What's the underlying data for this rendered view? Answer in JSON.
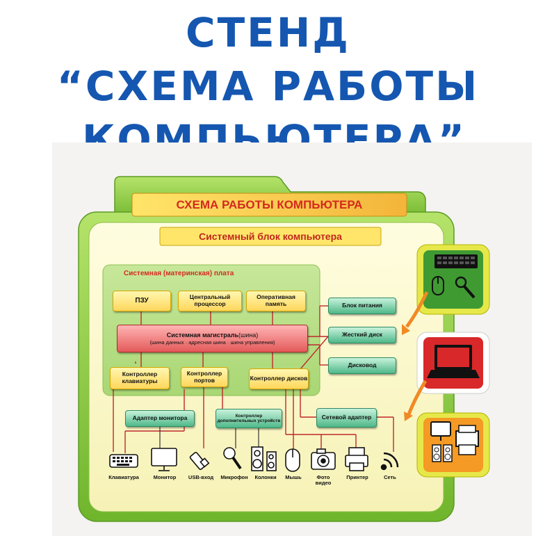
{
  "headline": {
    "line1": "СТЕНД",
    "line2": "“СХЕМА РАБОТЫ",
    "line3": "КОМПЬЮТЕРА”"
  },
  "stand": {
    "title": "СХЕМА РАБОТЫ КОМПЬЮТЕРА",
    "system_unit_title": "Системный блок компьютера",
    "motherboard_title": "Системная (материнская) плата",
    "rom": "ПЗУ",
    "cpu": "Центральный процессор",
    "ram": "Оперативная память",
    "bus_title": "Системная магистраль",
    "bus_title_suffix": "(шина)",
    "bus_subtitle": "(шина данных · адресная шина · шина управления)",
    "kbd_controller": "Контроллер клавиатуры",
    "ports_controller": "Контроллер портов",
    "disk_controller": "Контроллер дисков",
    "power_supply": "Блок питания",
    "hard_disk": "Жесткий диск",
    "drive": "Дисковод",
    "monitor_adapter": "Адаптер монитора",
    "extra_controller": "Контроллер дополнительных устройств",
    "network_adapter": "Сетевой адаптер",
    "devices": [
      "Клавиатура",
      "Монитор",
      "USB-вход",
      "Микрофон",
      "Колонки",
      "Мышь",
      "Фото видео",
      "Принтер",
      "Сеть"
    ]
  },
  "colors": {
    "headline": "#1557b0",
    "frame_green": "#8cc63f",
    "panel_yellow": "#fbf8c4",
    "title_red": "#d42a1e"
  }
}
